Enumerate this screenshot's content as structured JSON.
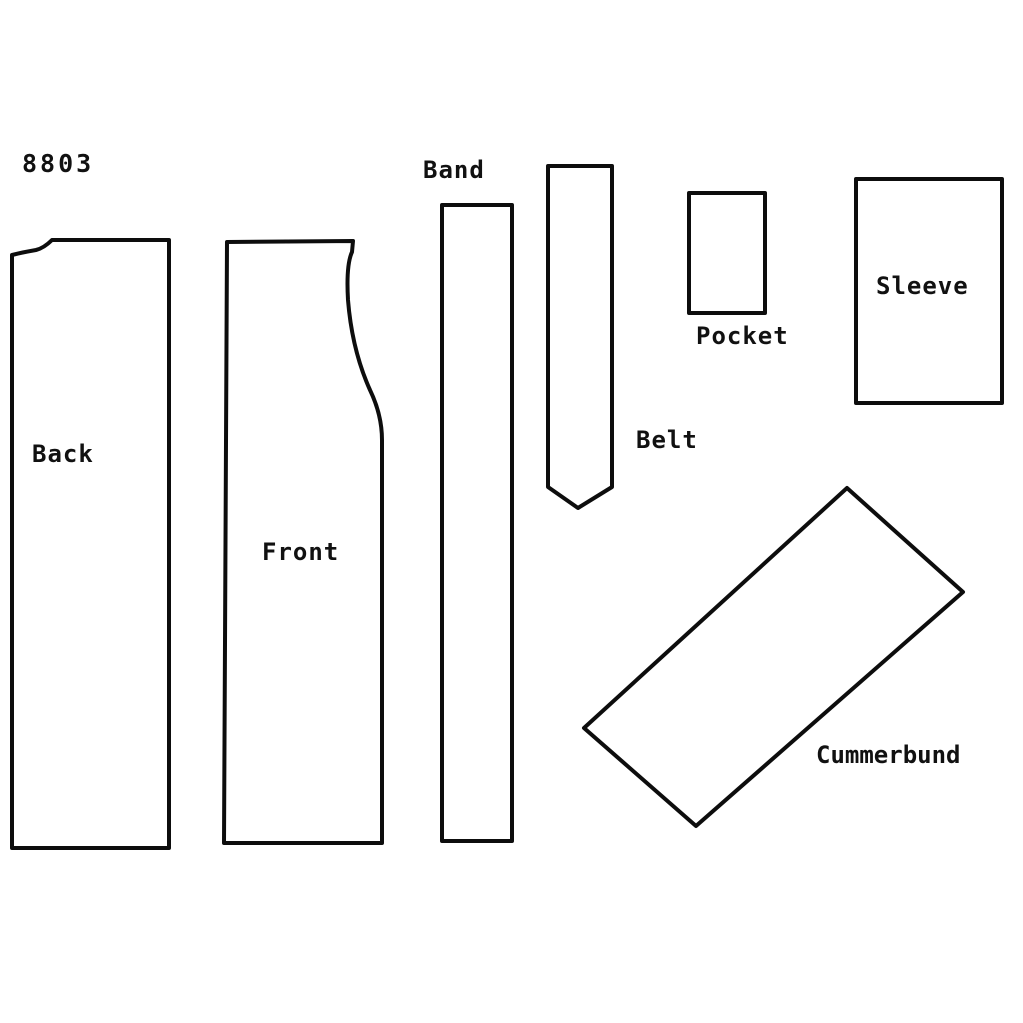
{
  "pattern": {
    "number": "8803"
  },
  "pieces": {
    "back": {
      "label": "Back"
    },
    "front": {
      "label": "Front"
    },
    "band": {
      "label": "Band"
    },
    "belt": {
      "label": "Belt"
    },
    "pocket": {
      "label": "Pocket"
    },
    "sleeve": {
      "label": "Sleeve"
    },
    "cummerbund": {
      "label": "Cummerbund"
    }
  },
  "colors": {
    "outline": "#0d0d0d",
    "background": "#ffffff",
    "text": "#111111"
  }
}
